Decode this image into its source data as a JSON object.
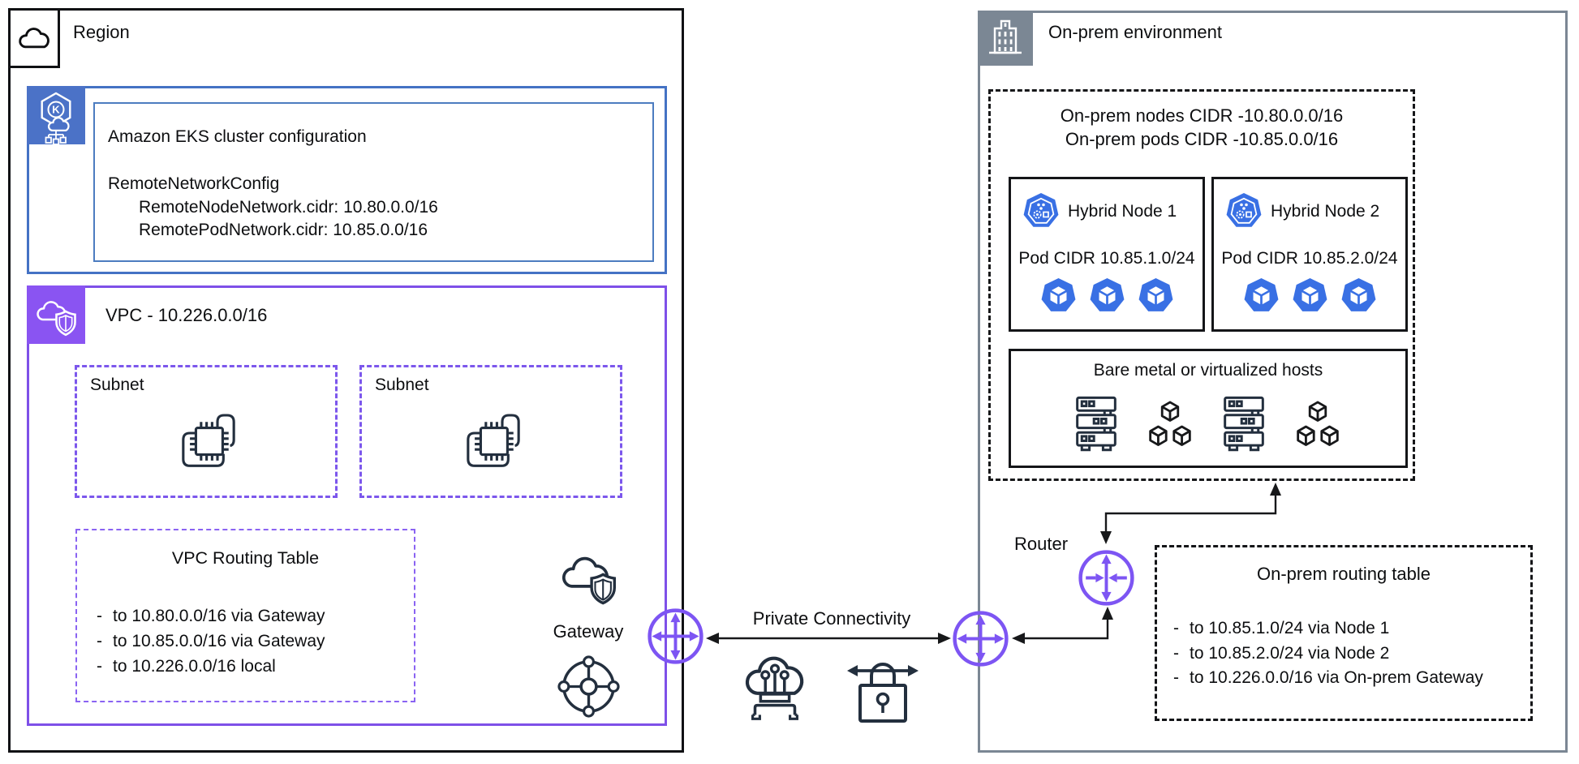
{
  "bullet": "-",
  "region": {
    "label": "Region",
    "eks": {
      "icon_letter": "K",
      "title": "Amazon EKS cluster configuration",
      "config_title": "RemoteNetworkConfig",
      "config_node": "RemoteNodeNetwork.cidr: 10.80.0.0/16",
      "config_pod": "RemotePodNetwork.cidr: 10.85.0.0/16"
    },
    "vpc": {
      "label": "VPC - 10.226.0.0/16",
      "subnet1": "Subnet",
      "subnet2": "Subnet",
      "routing": {
        "title": "VPC Routing Table",
        "routes": [
          "to 10.80.0.0/16 via Gateway",
          "to 10.85.0.0/16 via Gateway",
          "to 10.226.0.0/16 local"
        ]
      },
      "gateway_label": "Gateway"
    }
  },
  "connectivity": {
    "label": "Private Connectivity"
  },
  "onprem": {
    "label": "On-prem environment",
    "cidr": {
      "nodes_line": "On-prem nodes CIDR -10.80.0.0/16",
      "pods_line": "On-prem pods CIDR -10.85.0.0/16"
    },
    "nodes": [
      {
        "title": "Hybrid Node 1",
        "pod_cidr": "Pod CIDR 10.85.1.0/24"
      },
      {
        "title": "Hybrid Node 2",
        "pod_cidr": "Pod CIDR 10.85.2.0/24"
      }
    ],
    "hosts_title": "Bare metal or virtualized hosts",
    "router_label": "Router",
    "gateway_label": "On-prem\nGateway",
    "routing": {
      "title": "On-prem routing table",
      "routes": [
        "to 10.85.1.0/24 via Node 1",
        "to 10.85.2.0/24 via Node 2",
        "to 10.226.0.0/16 via On-prem Gateway"
      ]
    }
  },
  "colors": {
    "eks_blue": "#4B72C7",
    "eks_border_blue": "#4472C4",
    "vpc_purple": "#8A54F2",
    "accent_purple": "#7D55F3",
    "onprem_gray": "#7B8794",
    "k8s_blue": "#3970E4",
    "dark_icon": "#232F3E"
  }
}
